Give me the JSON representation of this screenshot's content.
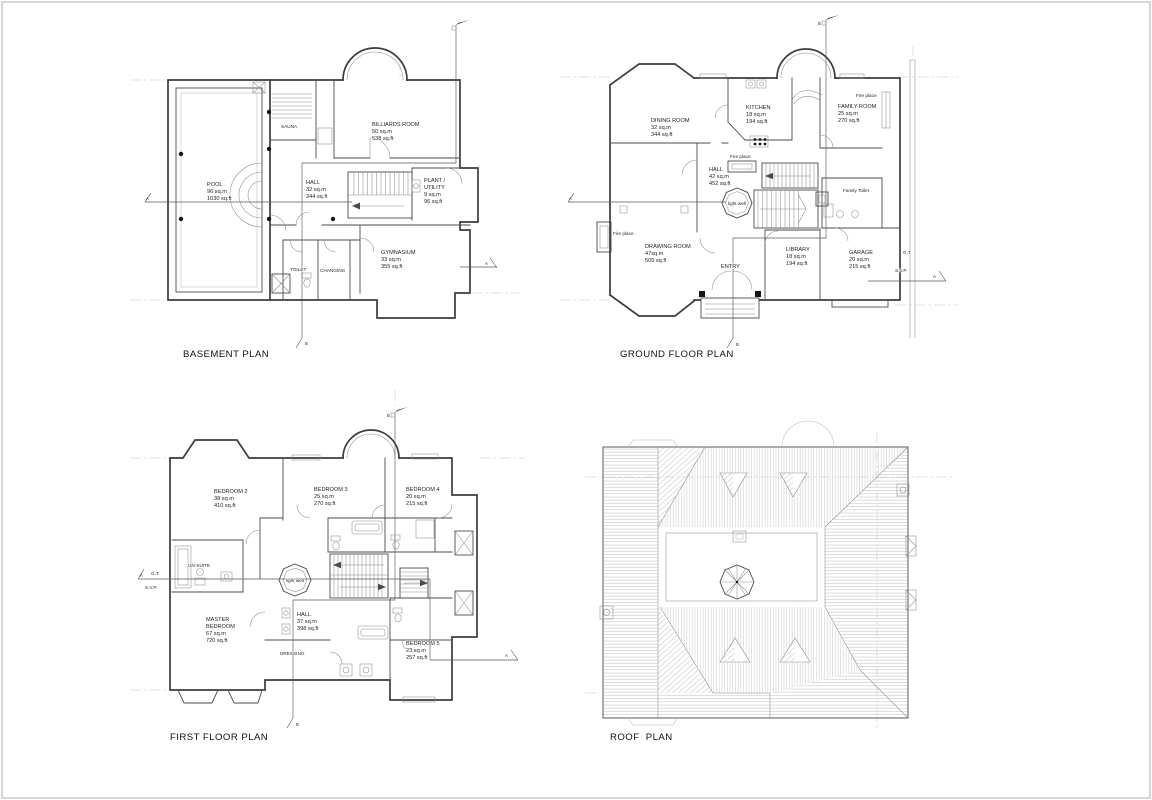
{
  "sheet": {
    "background": "#ffffff",
    "border_color": "#b9b9b9",
    "line_color": "#3c3c3c",
    "hatch_color": "#c8c8c8",
    "markers": {
      "a": "A",
      "b": "B"
    }
  },
  "plans": {
    "basement": {
      "title": "BASEMENT PLAN",
      "rooms": {
        "pool": {
          "name": "POOL",
          "area_m": "96 sq.m",
          "area_ft": "1030 sq.ft"
        },
        "sauna": {
          "name": "SAUNA"
        },
        "billiards": {
          "name": "BILLIARDS ROOM",
          "area_m": "50 sq.m",
          "area_ft": "538 sq.ft"
        },
        "hall": {
          "name": "HALL",
          "area_m": "32 sq.m",
          "area_ft": "344 sq.ft"
        },
        "plant_utility": {
          "name_line1": "PLANT /",
          "name_line2": "UTILITY",
          "area_m": "9 sq.m",
          "area_ft": "96 sq.ft"
        },
        "gymnasium": {
          "name": "GYMNASIUM",
          "area_m": "33 sq.m",
          "area_ft": "355 sq.ft"
        },
        "toilet": {
          "name": "TOILET"
        },
        "changing": {
          "name": "CHANGING"
        }
      }
    },
    "ground": {
      "title": "GROUND FLOOR PLAN",
      "rooms": {
        "dining": {
          "name": "DINING ROOM",
          "area_m": "32 sq.m",
          "area_ft": "344 sq.ft"
        },
        "kitchen": {
          "name": "KITCHEN",
          "area_m": "18 sq.m",
          "area_ft": "194 sq.ft"
        },
        "family": {
          "name": "FAMILY ROOM",
          "area_m": "25 sq.m",
          "area_ft": "270 sq.ft"
        },
        "hall": {
          "name": "HALL",
          "area_m": "42 sq.m",
          "area_ft": "452 sq.ft"
        },
        "drawing": {
          "name": "DRAWING ROOM",
          "area_m": "47sq.m",
          "area_ft": "505 sq.ft"
        },
        "library": {
          "name": "LIBRARY",
          "area_m": "18 sq.m",
          "area_ft": "194 sq.ft"
        },
        "garage": {
          "name": "GARAGE",
          "area_m": "20 sq.m",
          "area_ft": "215 sq.ft"
        },
        "entry": {
          "name": "ENTRY"
        },
        "family_toilet": {
          "name": "Family Toilet"
        }
      },
      "labels": {
        "fireplace": "Fire place",
        "lightwell": "light well",
        "gt": "G.T.",
        "svp": "S.V.P."
      }
    },
    "first": {
      "title": "FIRST FLOOR PLAN",
      "rooms": {
        "bedroom2": {
          "name": "BEDROOM 2",
          "area_m": "38 sq.m",
          "area_ft": "410 sq.ft"
        },
        "bedroom3": {
          "name": "BEDROOM 3",
          "area_m": "25 sq.m",
          "area_ft": "270 sq.ft"
        },
        "bedroom4": {
          "name": "BEDROOM 4",
          "area_m": "20 sq.m",
          "area_ft": "215 sq.ft"
        },
        "bedroom5": {
          "name": "BEDROOM 5",
          "area_m": "23 sq.m",
          "area_ft": "257 sq.ft"
        },
        "master": {
          "name_line1": "MASTER",
          "name_line2": "BEDROOM",
          "area_m": "67 sq.m",
          "area_ft": "720 sq.ft"
        },
        "hall": {
          "name": "HALL",
          "area_m": "37 sq.m",
          "area_ft": "398 sq.ft"
        },
        "ensuite": {
          "name": "UN-SUITE"
        },
        "dressing": {
          "name": "DRESSING"
        }
      },
      "labels": {
        "lightwell": "light well",
        "gt": "G.T.",
        "svp": "S.V.P."
      }
    },
    "roof": {
      "title": "ROOF  PLAN"
    }
  }
}
